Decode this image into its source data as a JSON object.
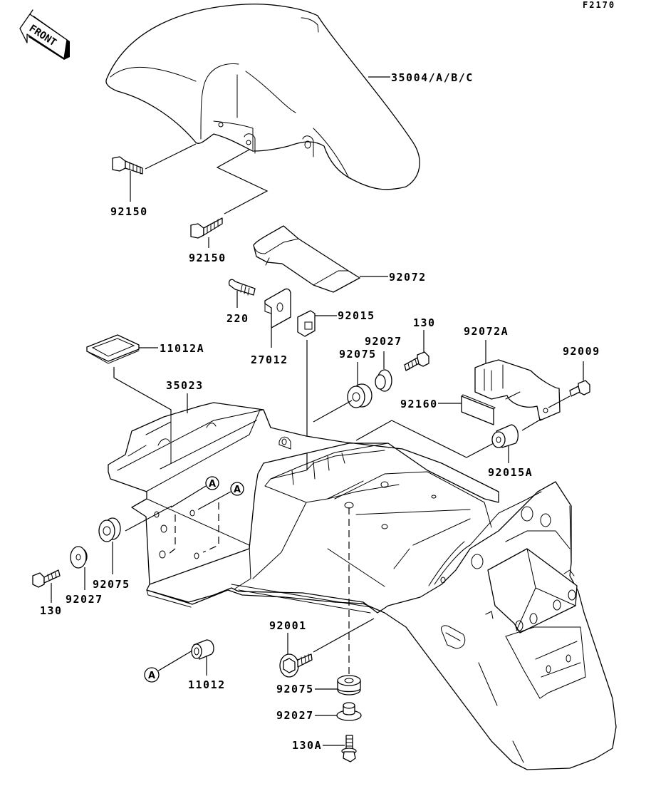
{
  "diagram": {
    "code": "F2170",
    "direction_marker": "FRONT",
    "reference_marker": "A",
    "colors": {
      "ink": "#000000",
      "paper": "#ffffff"
    }
  },
  "labels": {
    "front_fender": "35004/A/B/C",
    "bolt_front_left": "92150",
    "bolt_front_right": "92150",
    "pad_92072": "92072",
    "screw_220": "220",
    "bracket_27012": "27012",
    "nut_92015": "92015",
    "washer_92027_top": "92027",
    "bolt_130_top": "130",
    "grommet_92075_top": "92075",
    "bracket_92072a": "92072A",
    "screw_92009": "92009",
    "cushion_92160": "92160",
    "collar_92015a": "92015A",
    "cap_11012a": "11012A",
    "inner_fender_35023": "35023",
    "grommet_92075_left": "92075",
    "washer_92027_left": "92027",
    "bolt_130_left": "130",
    "cap_11012": "11012",
    "bolt_92001": "92001",
    "grommet_92075_bottom": "92075",
    "washer_92027_bottom": "92027",
    "bolt_130a": "130A"
  }
}
